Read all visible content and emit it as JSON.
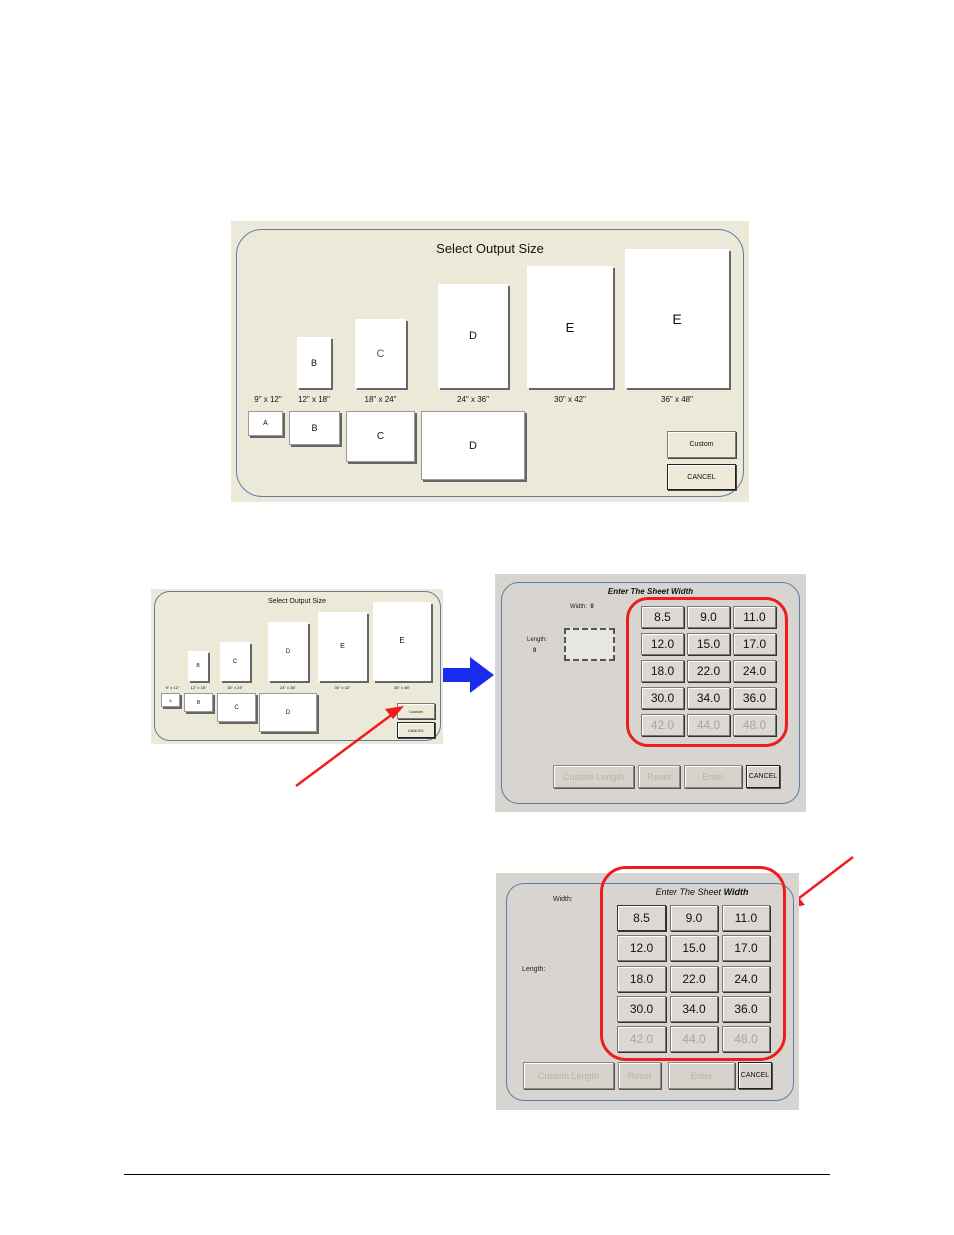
{
  "large_dialog": {
    "title": "Select Output Size",
    "portrait_sheets": [
      {
        "letter": "B",
        "size": "12\" x 18\""
      },
      {
        "letter": "C",
        "size": "18\" x 24\""
      },
      {
        "letter": "D",
        "size": "24\" x 36\""
      },
      {
        "letter": "E",
        "size": "30\" x 42\""
      },
      {
        "letter": "E",
        "size": "36\" x 48\""
      }
    ],
    "first_size_label": "9\" x 12\"",
    "landscape_sheets": [
      "A",
      "B",
      "C",
      "D"
    ],
    "custom_label": "Custom",
    "cancel_label": "CANCEL"
  },
  "small_dialog": {
    "title": "Select Output Size",
    "portrait_sheets": [
      {
        "letter": "B",
        "size": "12\" x 18\""
      },
      {
        "letter": "C",
        "size": "18\" x 24\""
      },
      {
        "letter": "D",
        "size": "24\" x 36\""
      },
      {
        "letter": "E",
        "size": "30\" x 42\""
      },
      {
        "letter": "E",
        "size": "36\" x 48\""
      }
    ],
    "first_size_label": "9\" x 12\"",
    "landscape_sheets": [
      "A",
      "B",
      "C",
      "D"
    ],
    "custom_label": "Custom",
    "cancel_label": "CANCEL"
  },
  "width_dialog": {
    "title_prefix": "Enter The Sheet ",
    "title_emph": "Width",
    "width_label": "Width:",
    "width_value": "0",
    "length_label": "Length:",
    "length_value": "0",
    "rows": [
      [
        "8.5",
        "9.0",
        "11.0"
      ],
      [
        "12.0",
        "15.0",
        "17.0"
      ],
      [
        "18.0",
        "22.0",
        "24.0"
      ],
      [
        "30.0",
        "34.0",
        "36.0"
      ],
      [
        "42.0",
        "44.0",
        "48.0"
      ]
    ],
    "custom_length_label": "Custom Length",
    "reset_label": "Reset",
    "enter_label": "Enter",
    "cancel_label": "CANCEL"
  },
  "width_dialog_2": {
    "title_prefix": "Enter The Sheet ",
    "title_emph": "Width",
    "width_label": "Width:",
    "length_label": "Length:",
    "rows": [
      [
        "8.5",
        "9.0",
        "11.0"
      ],
      [
        "12.0",
        "15.0",
        "17.0"
      ],
      [
        "18.0",
        "22.0",
        "24.0"
      ],
      [
        "30.0",
        "34.0",
        "36.0"
      ],
      [
        "42.0",
        "44.0",
        "48.0"
      ]
    ],
    "custom_length_label": "Custom Length",
    "reset_label": "Reset",
    "enter_label": "Enter",
    "cancel_label": "CANCEL"
  },
  "colors": {
    "annotation_red": "#ee1c1c",
    "flow_arrow_blue": "#1a2cf0",
    "frame_blue": "#5b7fa8"
  }
}
